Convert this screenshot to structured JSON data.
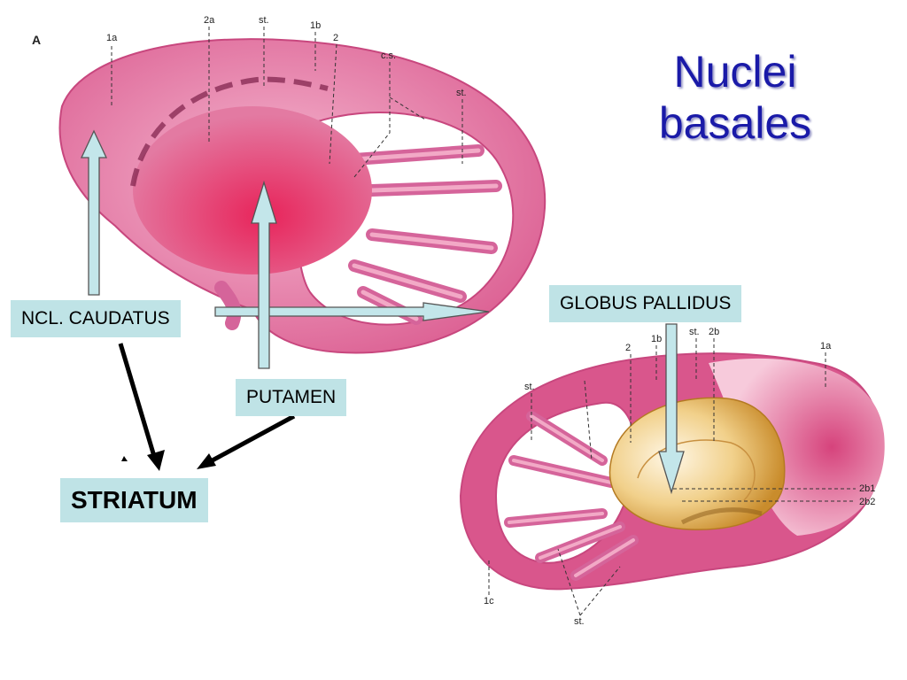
{
  "slide": {
    "title_line1": "Nuclei",
    "title_line2": "basales",
    "colors": {
      "title": "#1a1aa8",
      "label_bg": "#bfe3e6",
      "arrow_fill": "#c3e6ea",
      "caudate_pink": "#d9568c",
      "putamen_red": "#e03566",
      "pallidus_gold": "#e7b65a"
    }
  },
  "labels": {
    "caudatus": "NCL. CAUDATUS",
    "putamen": "PUTAMEN",
    "pallidus": "GLOBUS PALLIDUS",
    "striatum": "STRIATUM"
  },
  "diagram_a": {
    "panel_letter": "A",
    "annotations": [
      "1a",
      "2a",
      "st.",
      "1b",
      "2",
      "c.s.",
      "st."
    ]
  },
  "diagram_b": {
    "annotations": [
      "2",
      "1b",
      "st.",
      "2b",
      "1a",
      "st.",
      "2b1",
      "2b2",
      "1c",
      "st."
    ]
  }
}
